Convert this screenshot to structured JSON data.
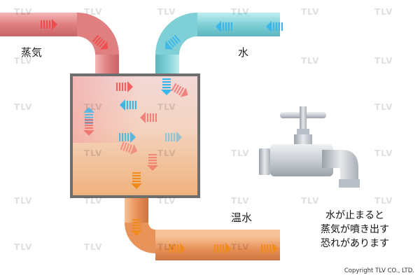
{
  "labels": {
    "steam": "蒸気",
    "water": "水",
    "hot_water": "温水"
  },
  "note": {
    "lines": [
      "水が止まると",
      "蒸気が噴き出す",
      "恐れがあります"
    ]
  },
  "copyright": "Copyright TLV CO., LTD.",
  "watermark": "TLV",
  "colors": {
    "steam_pipe": "#e88a8a",
    "water_pipe": "#7fd0d6",
    "hot_water_pipe": "#e8935a",
    "tank_top": "#f3b0a8",
    "tank_bottom": "#f0b27a",
    "arrow_red": "#ef4d4d",
    "arrow_blue": "#39b6ea",
    "arrow_orange": "#f08c1e",
    "faucet": "#c9ced4"
  },
  "icons": [
    "arrow-icon",
    "faucet-icon"
  ]
}
